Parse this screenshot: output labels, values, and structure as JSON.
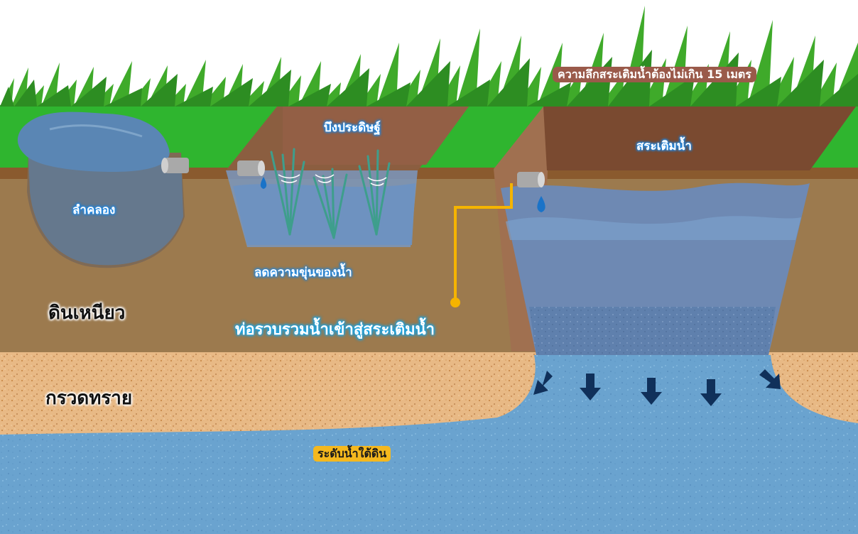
{
  "labels": {
    "depth_note": "ความลึกสระเติมน้ำต้องไม่เกิน 15 เมตร",
    "wetland": "บึงประดิษฐ์",
    "recharge_pond": "สระเติมน้ำ",
    "canal": "ลำคลอง",
    "turbidity": "ลดความขุ่นของน้ำ",
    "clay_layer": "ดินเหนียว",
    "collection_pipe": "ท่อรวบรวมน้ำเข้าสู่สระเติมน้ำ",
    "sand_gravel_layer": "กรวดทราย",
    "groundwater_level": "ระดับน้ำใต้ดิน"
  },
  "colors": {
    "grass": "#2fb52f",
    "topsoil": "#8a5a2e",
    "clay": "#9c7a4e",
    "sand": "#e8b985",
    "groundwater": "#6aa3cf",
    "pond_water": "#6b8ab8",
    "pipe_line": "#f5b400",
    "arrow": "#10305a",
    "label_blue_glow": "#1e88e5",
    "depth_badge": "#9a5a4a",
    "groundwater_badge": "#f5b81e"
  }
}
